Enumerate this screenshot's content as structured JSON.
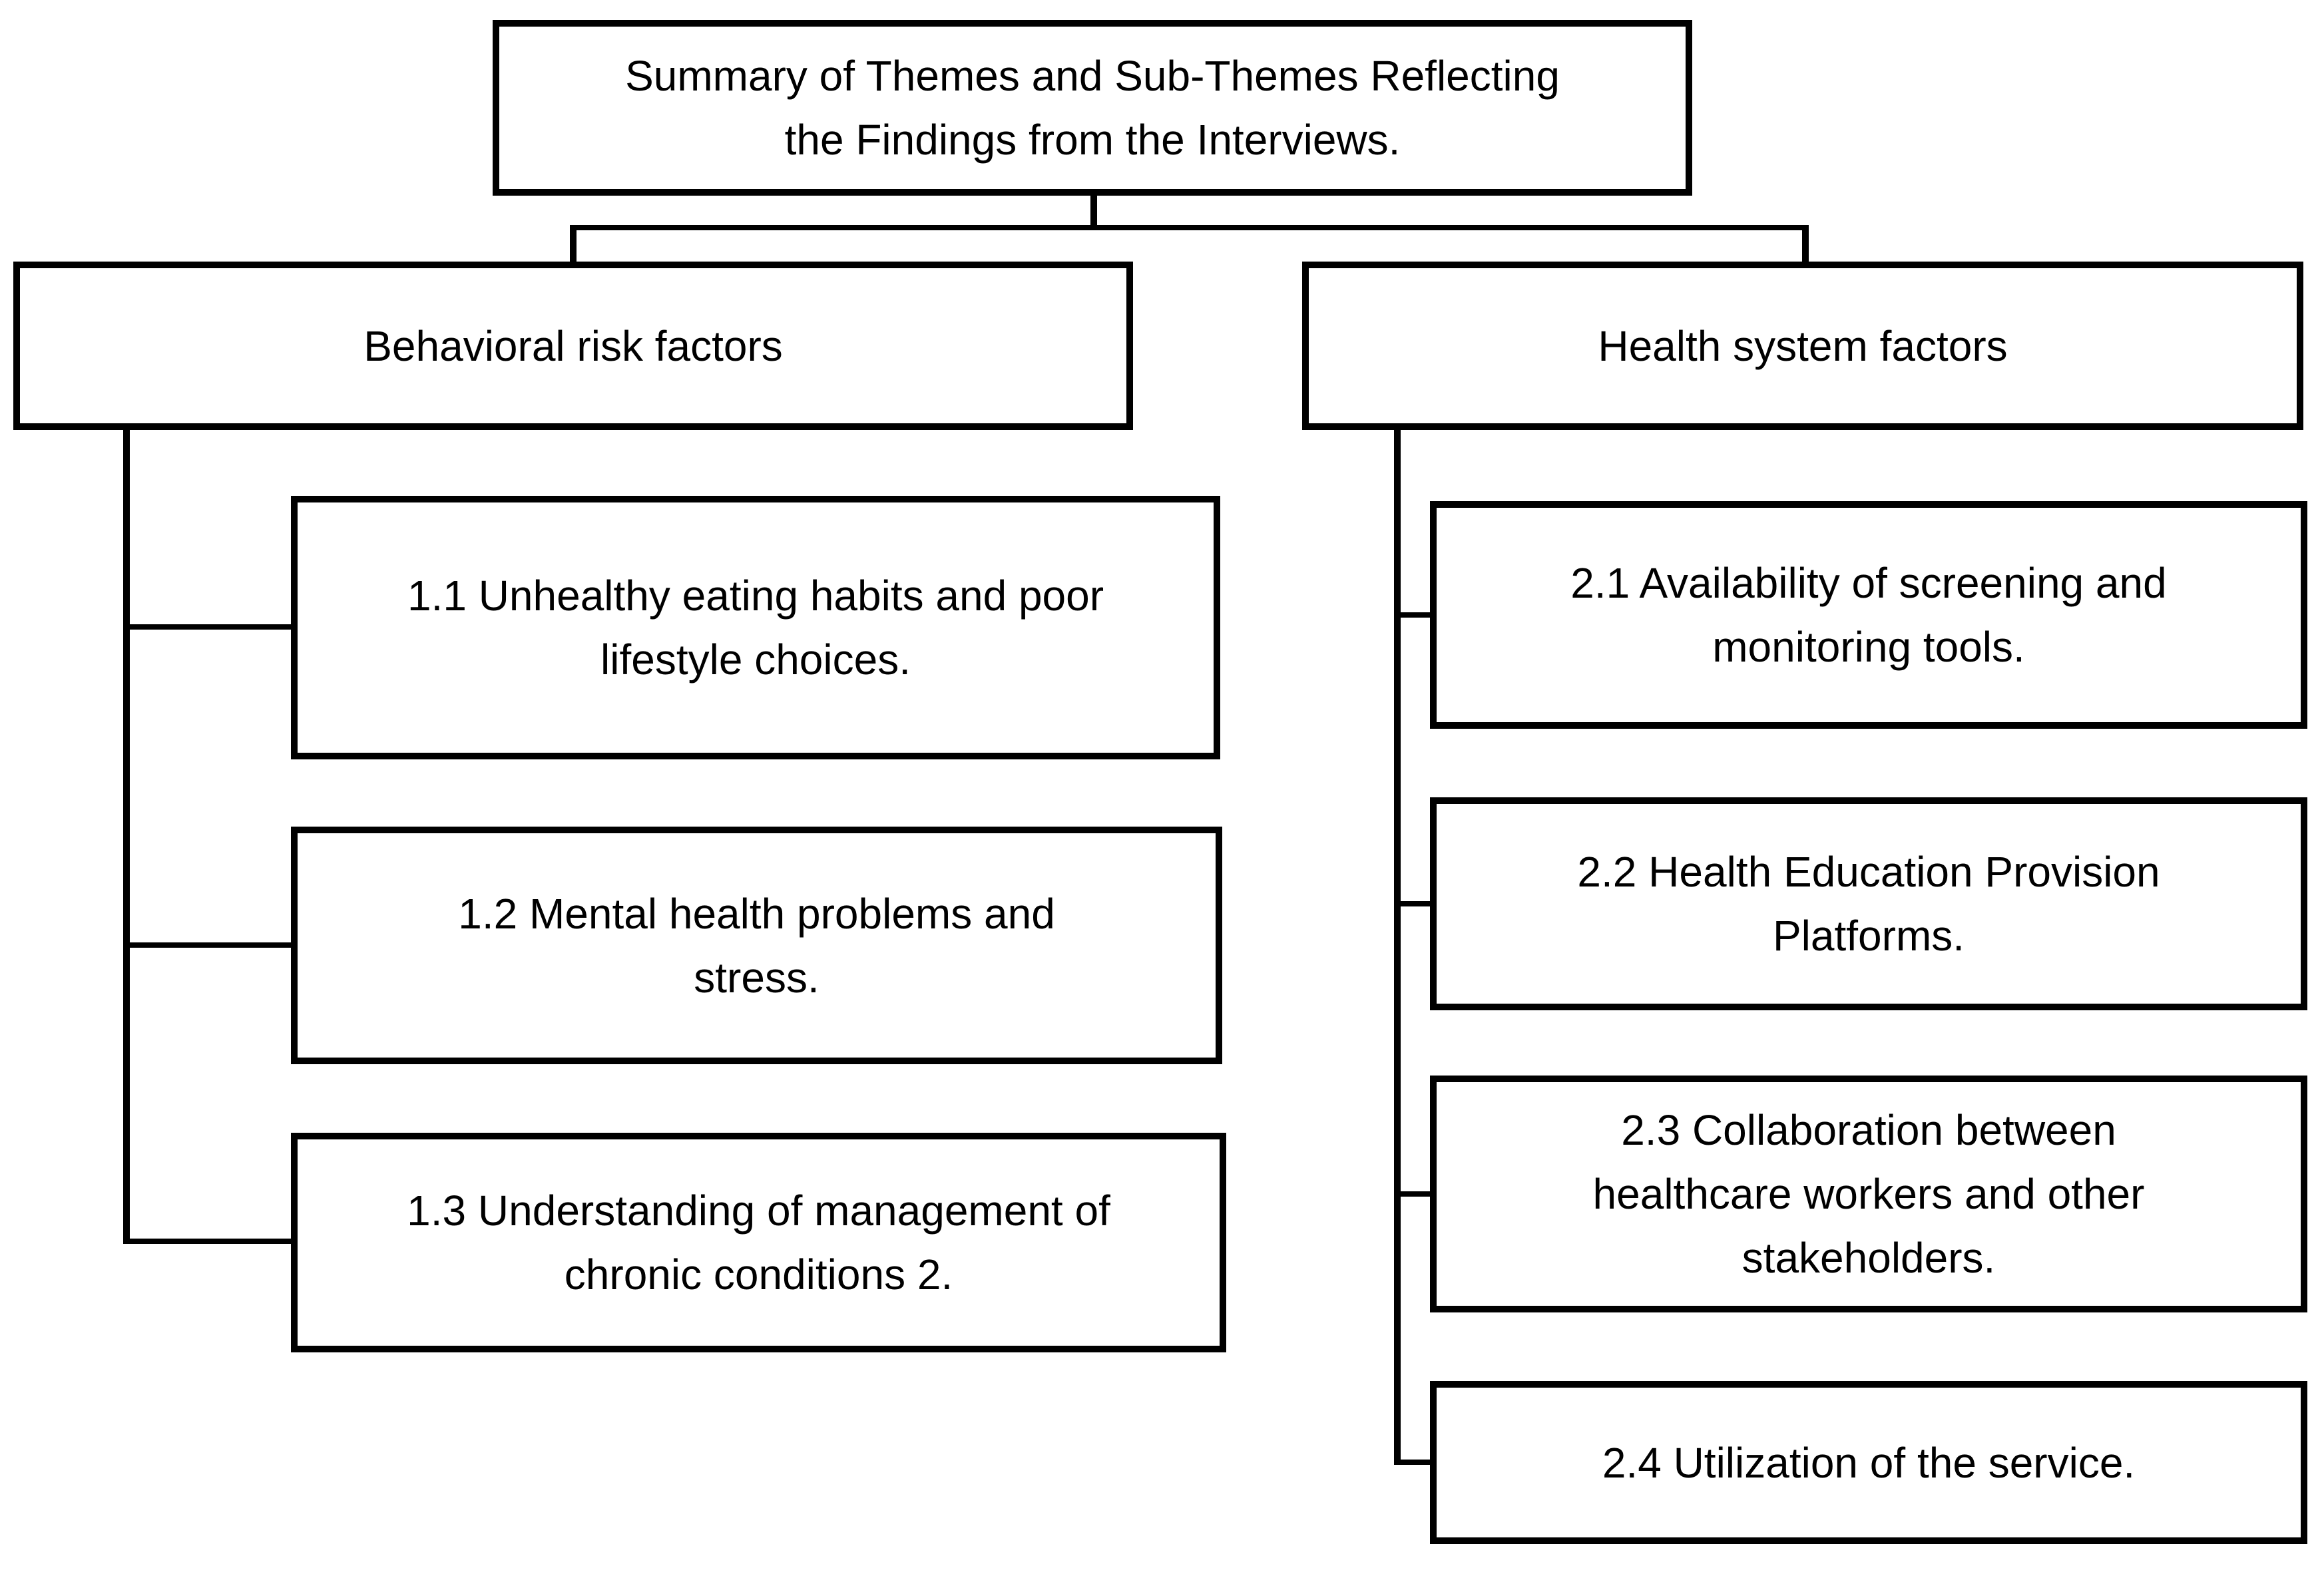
{
  "colors": {
    "background": "#ffffff",
    "box_fill": "#ffffff",
    "border": "#000000",
    "text": "#000000"
  },
  "title": {
    "text": "Summary of Themes and Sub-Themes Reflecting the Findings from the Interviews.",
    "lines": [
      "Summary of Themes and Sub-Themes Reflecting",
      "the Findings from the Interviews."
    ]
  },
  "branches": [
    {
      "label": "Behavioral risk factors",
      "children": [
        {
          "text": "1.1 Unhealthy eating habits and poor lifestyle choices.",
          "lines": [
            "1.1 Unhealthy eating habits and poor",
            "lifestyle choices."
          ]
        },
        {
          "text": "1.2 Mental health problems and stress.",
          "lines": [
            "1.2 Mental health problems and",
            "stress."
          ]
        },
        {
          "text": "1.3 Understanding of management of chronic conditions 2.",
          "lines": [
            "1.3 Understanding of management of",
            "chronic conditions 2."
          ]
        }
      ]
    },
    {
      "label": "Health system factors",
      "children": [
        {
          "text": "2.1 Availability of screening and monitoring tools.",
          "lines": [
            "2.1 Availability of screening and",
            "monitoring tools."
          ]
        },
        {
          "text": "2.2 Health Education Provision Platforms.",
          "lines": [
            "2.2 Health Education Provision",
            "Platforms."
          ]
        },
        {
          "text": "2.3 Collaboration between healthcare workers and other stakeholders.",
          "lines": [
            "2.3 Collaboration between",
            "healthcare workers and other",
            "stakeholders."
          ]
        },
        {
          "text": "2.4 Utilization of the service.",
          "lines": [
            "2.4 Utilization of the service."
          ]
        }
      ]
    }
  ]
}
